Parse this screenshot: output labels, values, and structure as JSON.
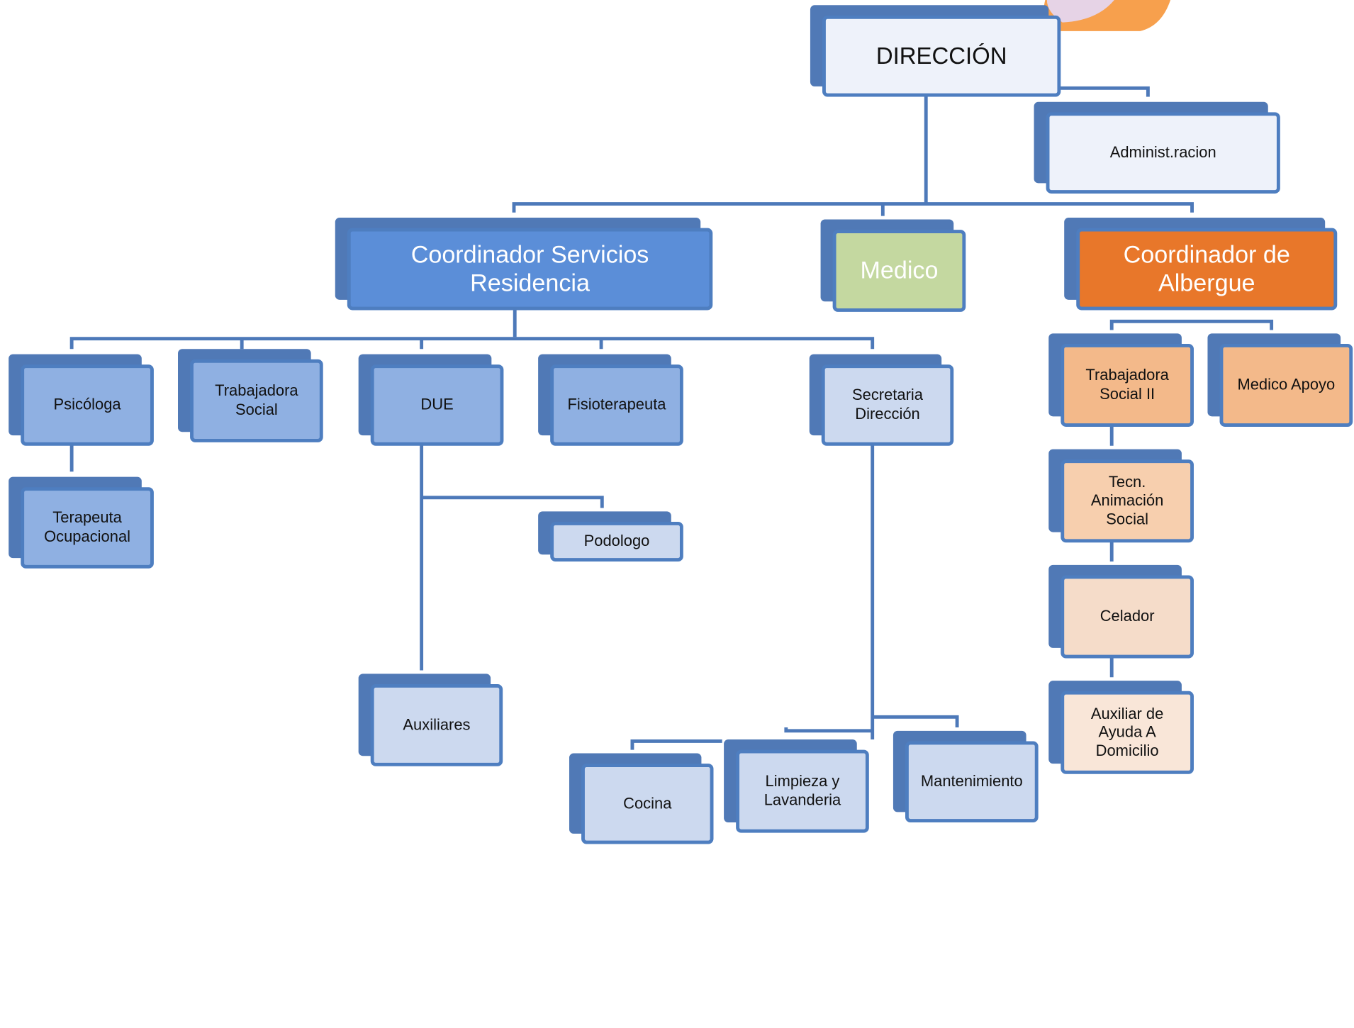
{
  "colors": {
    "connector": "#4d79b9",
    "box_back": "#5079b6",
    "box_border": "#4e7ec0",
    "coordinator_residencia": "#5b8ed8",
    "medico": "#c4d8a0",
    "coordinator_albergue": "#e8772a",
    "logo_orange": "#f7a04d"
  },
  "nodes": {
    "direccion": "DIRECCIÓN",
    "administracion": "Administ.racion",
    "coord_residencia": "Coordinador Servicios Residencia",
    "medico": "Medico",
    "coord_albergue": "Coordinador de Albergue",
    "psicologa": "Psicóloga",
    "trabajadora_social": "Trabajadora Social",
    "due": "DUE",
    "fisioterapeuta": "Fisioterapeuta",
    "secretaria": "Secretaria Dirección",
    "terapeuta": "Terapeuta Ocupacional",
    "podologo": "Podologo",
    "auxiliares": "Auxiliares",
    "cocina": "Cocina",
    "limpieza": "Limpieza y Lavanderia",
    "mantenimiento": "Mantenimiento",
    "trabajadora_social_ii": "Trabajadora Social II",
    "medico_apoyo": "Medico Apoyo",
    "tecn_animacion": "Tecn. Animación Social",
    "celador": "Celador",
    "auxiliar_domicilio": "Auxiliar de Ayuda A Domicilio"
  }
}
